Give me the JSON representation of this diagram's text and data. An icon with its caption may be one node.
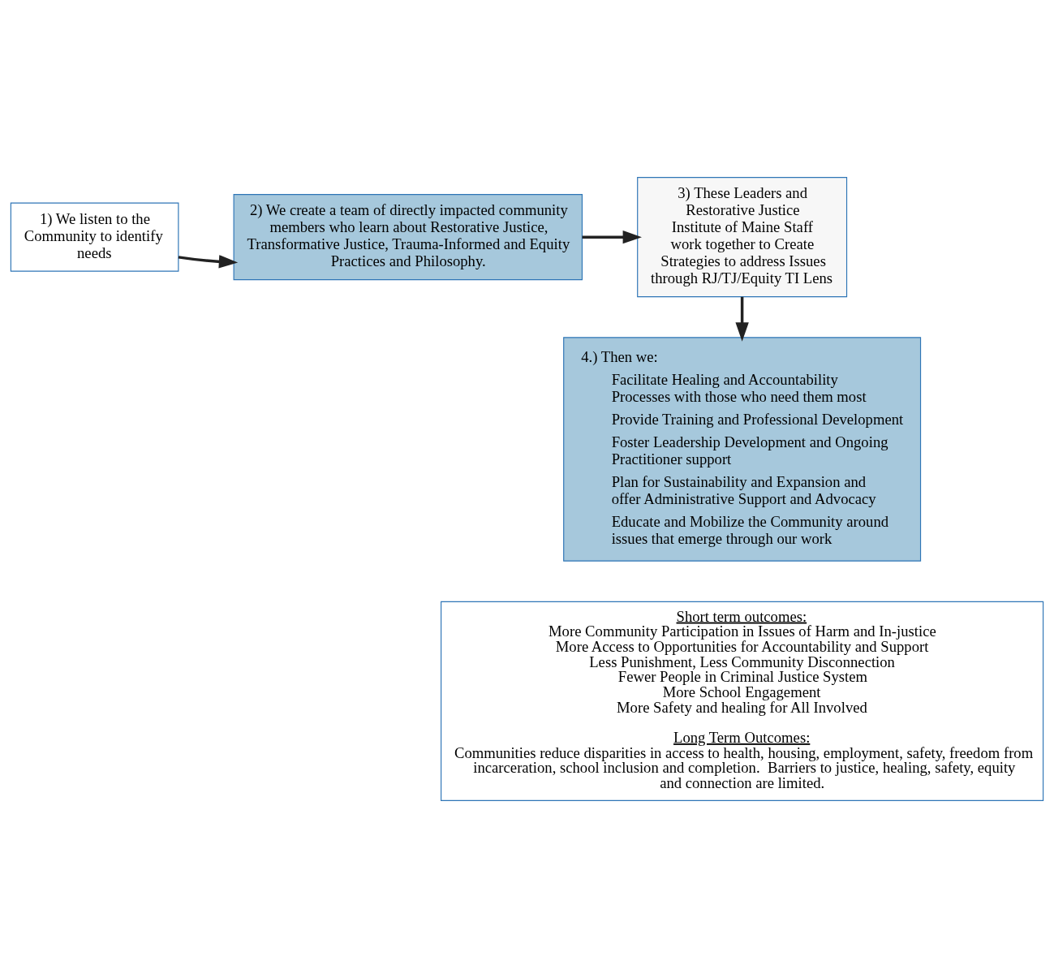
{
  "diagram": {
    "nodes": [
      {
        "text": [
          "1) We listen to the Community to identify needs"
        ]
      },
      {
        "text": [
          "2) We create a team of directly impacted community members who learn about Restorative Justice, Transformative Justice, Trauma-Informed and Equity Practices and Philosophy."
        ]
      },
      {
        "text": [
          "3) These Leaders and Restorative Justice Institute of Maine Staff work together to Create Strategies to address Issues through RJ/TJ/Equity TI Lens"
        ]
      },
      {
        "text": [
          "4.) Then we:",
          "Facilitate Healing and Accountability Processes with those who need them most",
          "Provide Training and Professional Development",
          "Foster Leadership Development and Ongoing Practitioner support",
          "Plan for Sustainability and Expansion and offer Administrative Support and Advocacy",
          "Educate and Mobilize the Community around issues that emerge through our work"
        ]
      },
      {
        "text": [
          "Short term outcomes:",
          "More Community Participation in Issues of Harm and In-justice",
          "More Access to Opportunities for Accountability and Support",
          "Less Punishment, Less Community Disconnection",
          "Fewer People in Criminal Justice System",
          "More School Engagement",
          "More Safety and healing for All Involved",
          "Long Term Outcomes:",
          "Communities reduce disparities in access to health, housing, employment, safety, freedom from incarceration, school inclusion and completion.  Barriers to justice, healing, safety, equity and connection are limited."
        ]
      }
    ],
    "edges": [
      {
        "from": 0,
        "to": 1,
        "arrow": "to"
      },
      {
        "from": 1,
        "to": 2,
        "arrow": "to"
      },
      {
        "from": 2,
        "to": 3,
        "arrow": "to"
      }
    ]
  }
}
